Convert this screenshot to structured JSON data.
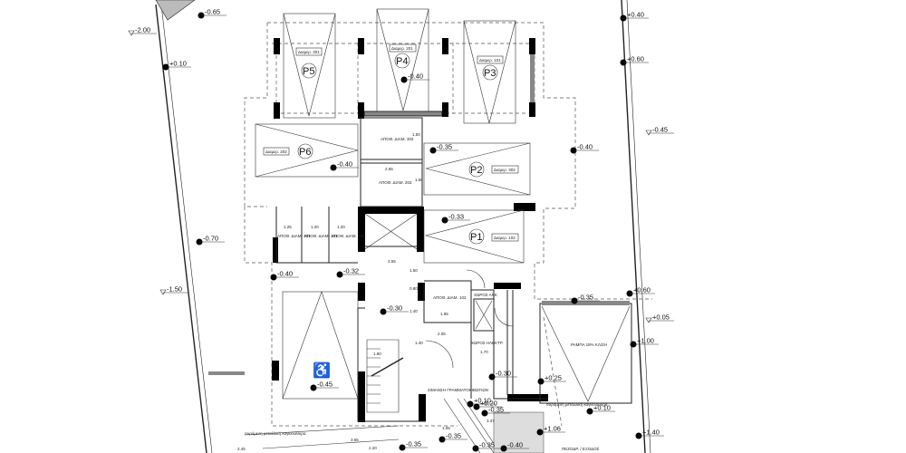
{
  "parking": [
    {
      "id": "P5",
      "owner": "Διαμερ. 301"
    },
    {
      "id": "P4",
      "owner": "Διαμερ. 201"
    },
    {
      "id": "P3",
      "owner": "Διαμερ. 101"
    },
    {
      "id": "P6",
      "owner": "Διαμερ. 202"
    },
    {
      "id": "P2",
      "owner": "Διαμερ. 302"
    },
    {
      "id": "P1",
      "owner": "Διαμερ. 102"
    }
  ],
  "rooms": {
    "storage_302": "ΑΠΟΘ. ΔΙΑΜ. 302",
    "storage_202": "ΑΠΟΘ. ΔΙΑΜ. 202",
    "storage_301": "ΑΠΟΘ. ΔΙΑΜ. 301",
    "storage_101": "ΑΠΟΘ. ΔΙΑΜ. 101",
    "storage_201": "ΑΠΟΘ. ΔΙΑΜ. 201",
    "storage_102": "ΑΠΟΘ. ΔΙΑΜ. 102",
    "water_room": "ΧΩΡΟΣ ΑΝΚ",
    "electric_room": "ΧΩΡΟΣ ΗΛΕΚΤΡ.",
    "mailboxes": "ΣΙΜΑΝΣΗ ΓΡΑΜΜΑΤΟΚΙΒΩΤΙΩΝ",
    "ramp": "ΡΑΜΠΑ 18% ΚΛΙΣΗ",
    "gate_note_right": "συρόμενη μεταλλική καγκελόθυρα",
    "gate_note_left": "συρόμενη μεταλλική καγκελόθυρα",
    "street_note": "ΠΕΖΟΔΡ. / ΕΞΟΔΟΣ"
  },
  "dimensions": [
    "2.65",
    "1.25",
    "1.20",
    "1.20",
    "2.55",
    "1.50",
    "0.80",
    "1.40",
    "1.95",
    "2.05",
    "1.40",
    "1.80",
    "1.70",
    "3.37",
    "1.05",
    "3.55",
    "2.45",
    "2.20",
    "1.50",
    "1.50"
  ],
  "levels": [
    "-0.65",
    "-2.00",
    "+0.10",
    "-0.70",
    "-1.50",
    "+0.40",
    "+0.60",
    "-0.45",
    "-0.40",
    "-0.40",
    "-0.35",
    "-0.40",
    "-0.33",
    "-0.40",
    "-0.32",
    "-0.30",
    "-0.45",
    "-0.30",
    "+0.25",
    "-0.35",
    "+0.60",
    "+0.05",
    "+1.00",
    "+0.10",
    "+1.40",
    "+1.06",
    "+0.10",
    "+0.20",
    "-0.35",
    "-0.35",
    "-0.35",
    "-0.35",
    "-0.40"
  ]
}
